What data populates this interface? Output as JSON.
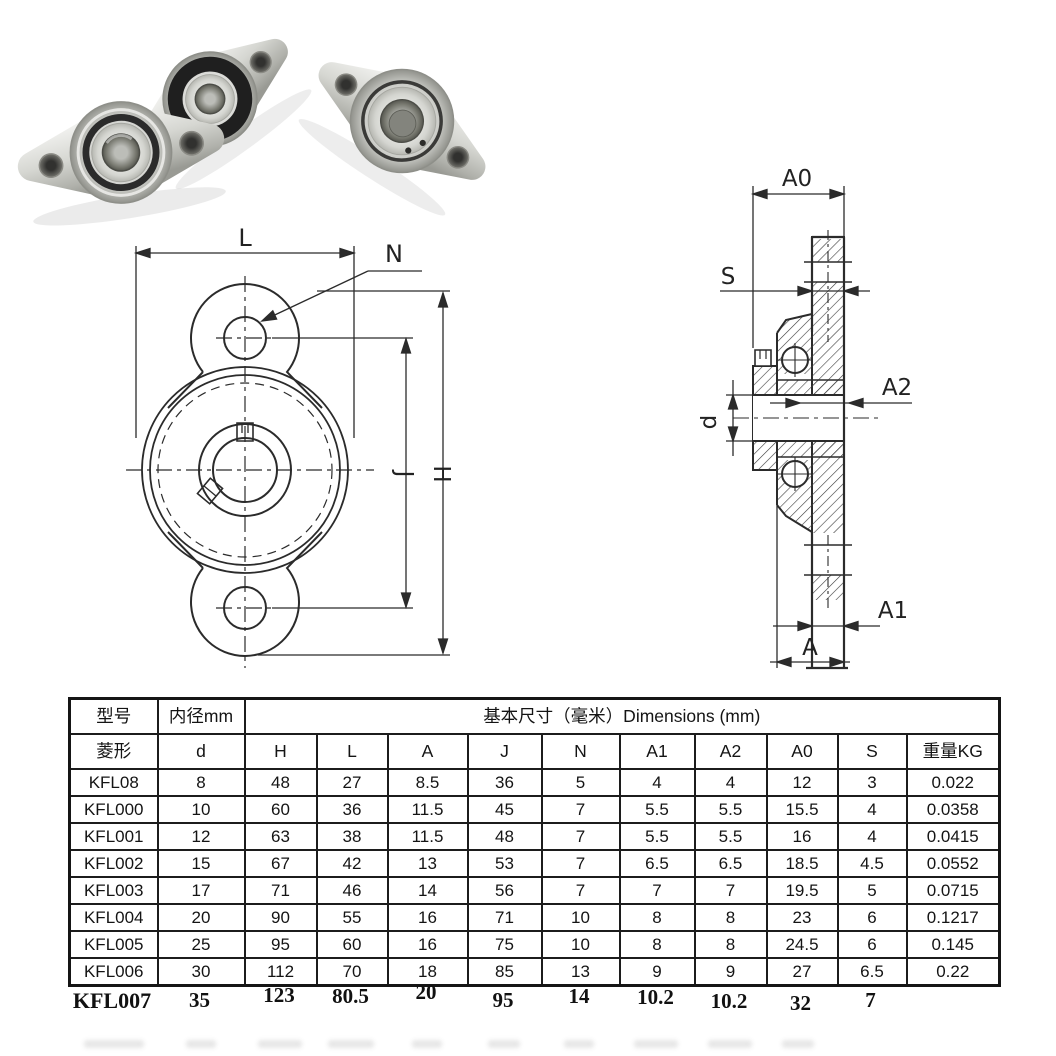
{
  "table": {
    "head": {
      "model": "型号",
      "bore": "内径mm",
      "dims_title": "基本尺寸（毫米）Dimensions (mm)",
      "shape": "菱形",
      "d": "d",
      "cols": [
        "H",
        "L",
        "A",
        "J",
        "N",
        "A1",
        "A2",
        "A0",
        "S",
        "重量KG"
      ]
    },
    "rows": [
      [
        "KFL08",
        "8",
        "48",
        "27",
        "8.5",
        "36",
        "5",
        "4",
        "4",
        "12",
        "3",
        "0.022"
      ],
      [
        "KFL000",
        "10",
        "60",
        "36",
        "11.5",
        "45",
        "7",
        "5.5",
        "5.5",
        "15.5",
        "4",
        "0.0358"
      ],
      [
        "KFL001",
        "12",
        "63",
        "38",
        "11.5",
        "48",
        "7",
        "5.5",
        "5.5",
        "16",
        "4",
        "0.0415"
      ],
      [
        "KFL002",
        "15",
        "67",
        "42",
        "13",
        "53",
        "7",
        "6.5",
        "6.5",
        "18.5",
        "4.5",
        "0.0552"
      ],
      [
        "KFL003",
        "17",
        "71",
        "46",
        "14",
        "56",
        "7",
        "7",
        "7",
        "19.5",
        "5",
        "0.0715"
      ],
      [
        "KFL004",
        "20",
        "90",
        "55",
        "16",
        "71",
        "10",
        "8",
        "8",
        "23",
        "6",
        "0.1217"
      ],
      [
        "KFL005",
        "25",
        "95",
        "60",
        "16",
        "75",
        "10",
        "8",
        "8",
        "24.5",
        "6",
        "0.145"
      ],
      [
        "KFL006",
        "30",
        "112",
        "70",
        "18",
        "85",
        "13",
        "9",
        "9",
        "27",
        "6.5",
        "0.22"
      ]
    ],
    "footer_row": [
      "KFL007",
      "35",
      "123",
      "80.5",
      "20",
      "95",
      "14",
      "10.2",
      "10.2",
      "32",
      "7",
      ""
    ]
  },
  "diagrams": {
    "front_view": {
      "dim_width": "L",
      "hole_label": "N",
      "dim_bolt_span": "J",
      "dim_total_height": "H"
    },
    "side_view": {
      "dim_total_width": "A0",
      "dim_flange_thickness": "S",
      "dim_a2": "A2",
      "dim_bore": "d",
      "dim_a1": "A1",
      "dim_a": "A"
    }
  }
}
